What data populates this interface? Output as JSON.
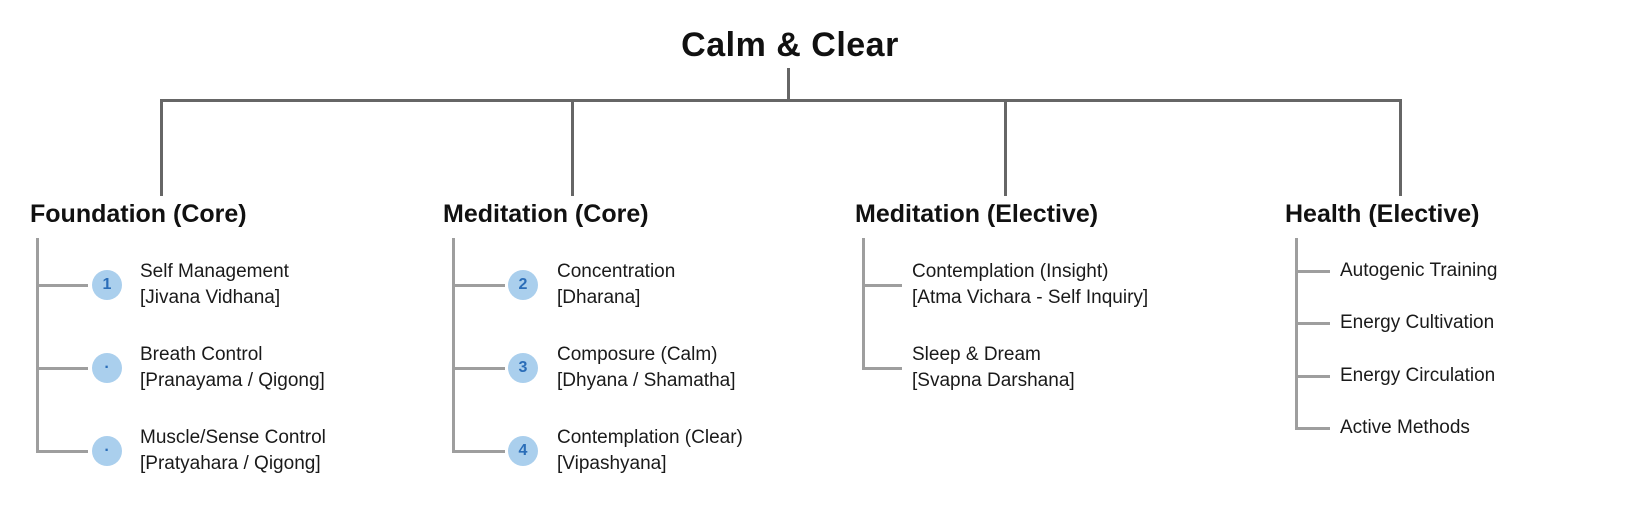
{
  "title": "Calm & Clear",
  "colors": {
    "badge_bg": "#aacfed",
    "badge_text": "#2a6db8",
    "line_main": "#666666",
    "line_sub": "#9e9e9e"
  },
  "columns": [
    {
      "heading": "Foundation (Core)",
      "items": [
        {
          "badge": "1",
          "line1": "Self Management",
          "line2": "[Jivana Vidhana]"
        },
        {
          "badge": "·",
          "line1": "Breath Control",
          "line2": "[Pranayama / Qigong]"
        },
        {
          "badge": "·",
          "line1": "Muscle/Sense Control",
          "line2": "[Pratyahara / Qigong]"
        }
      ]
    },
    {
      "heading": "Meditation (Core)",
      "items": [
        {
          "badge": "2",
          "line1": "Concentration",
          "line2": "[Dharana]"
        },
        {
          "badge": "3",
          "line1": "Composure (Calm)",
          "line2": "[Dhyana / Shamatha]"
        },
        {
          "badge": "4",
          "line1": "Contemplation (Clear)",
          "line2": "[Vipashyana]"
        }
      ]
    },
    {
      "heading": "Meditation (Elective)",
      "items": [
        {
          "line1": "Contemplation (Insight)",
          "line2": "[Atma Vichara - Self Inquiry]"
        },
        {
          "line1": "Sleep & Dream",
          "line2": "[Svapna Darshana]"
        }
      ]
    },
    {
      "heading": "Health (Elective)",
      "items": [
        {
          "line1": "Autogenic Training"
        },
        {
          "line1": "Energy Cultivation"
        },
        {
          "line1": "Energy Circulation"
        },
        {
          "line1": "Active Methods"
        }
      ]
    }
  ]
}
